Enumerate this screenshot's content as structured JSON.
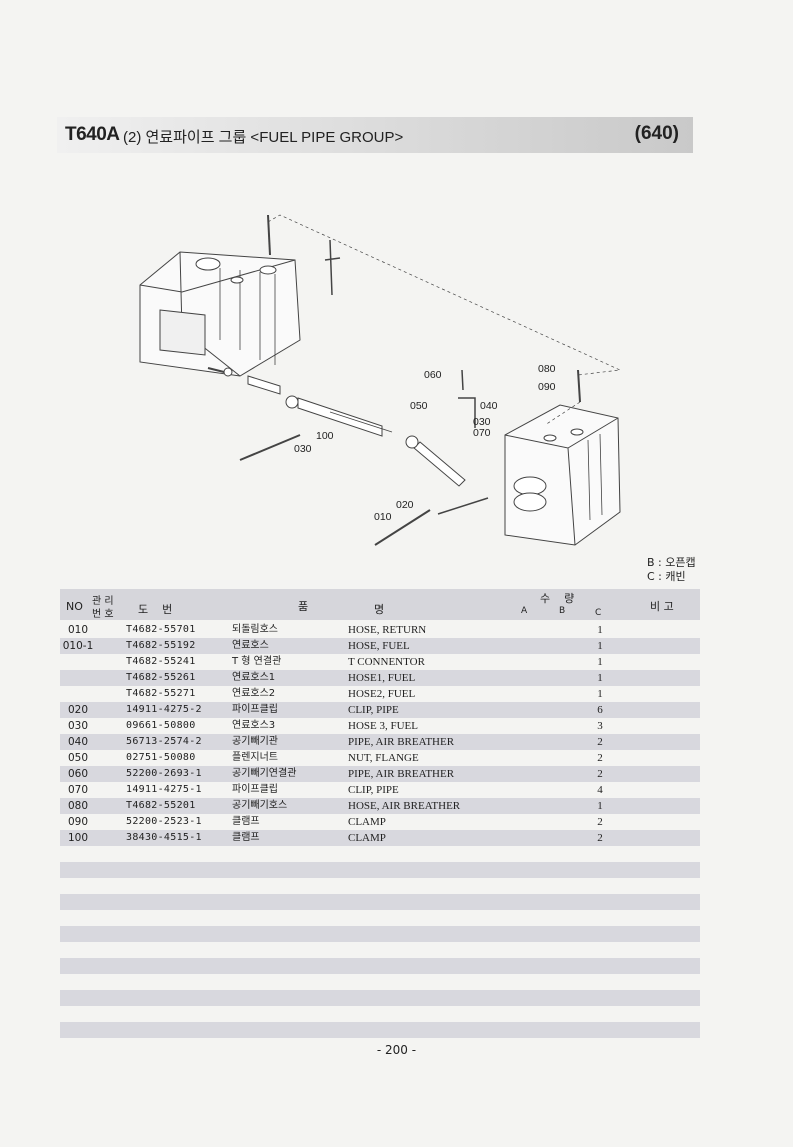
{
  "header": {
    "model": "T640A",
    "title": "(2) 연료파이프 그룹 <FUEL PIPE GROUP>",
    "code": "(640)"
  },
  "legend": [
    "B : 오픈캡",
    "C : 캐빈"
  ],
  "table_header": {
    "no": "NO",
    "mgmt_top": "관 리",
    "mgmt_bottom": "번 호",
    "part_no": "도    번",
    "name_left": "품",
    "name_right": "명",
    "qty": "수    량",
    "qty_a": "A",
    "qty_b": "B",
    "qty_c": "C",
    "remarks": "비 고"
  },
  "callouts": [
    "080",
    "090",
    "060",
    "050",
    "040",
    "030",
    "070",
    "100",
    "030",
    "020",
    "010"
  ],
  "rows": [
    {
      "no": "010",
      "part": "T4682-55701",
      "kor": "되돌림호스",
      "eng": "HOSE, RETURN",
      "qty": "1"
    },
    {
      "no": "010-1",
      "part": "T4682-55192",
      "kor": "연료호스",
      "eng": "HOSE, FUEL",
      "qty": "1"
    },
    {
      "no": "",
      "part": "T4682-55241",
      "kor": "T 형 연결관",
      "eng": "T CONNENTOR",
      "qty": "1"
    },
    {
      "no": "",
      "part": "T4682-55261",
      "kor": "연료호스1",
      "eng": "HOSE1, FUEL",
      "qty": "1"
    },
    {
      "no": "",
      "part": "T4682-55271",
      "kor": "연료호스2",
      "eng": "HOSE2, FUEL",
      "qty": "1"
    },
    {
      "no": "020",
      "part": "14911-4275-2",
      "kor": "파이프클립",
      "eng": "CLIP, PIPE",
      "qty": "6"
    },
    {
      "no": "030",
      "part": "09661-50800",
      "kor": "연료호스3",
      "eng": "HOSE 3, FUEL",
      "qty": "3"
    },
    {
      "no": "040",
      "part": "56713-2574-2",
      "kor": "공기빼기관",
      "eng": "PIPE, AIR BREATHER",
      "qty": "2"
    },
    {
      "no": "050",
      "part": "02751-50080",
      "kor": "플렌지너트",
      "eng": "NUT, FLANGE",
      "qty": "2"
    },
    {
      "no": "060",
      "part": "52200-2693-1",
      "kor": "공기빼기연결관",
      "eng": "PIPE, AIR BREATHER",
      "qty": "2"
    },
    {
      "no": "070",
      "part": "14911-4275-1",
      "kor": "파이프클립",
      "eng": "CLIP, PIPE",
      "qty": "4"
    },
    {
      "no": "080",
      "part": "T4682-55201",
      "kor": "공기빼기호스",
      "eng": "HOSE, AIR BREATHER",
      "qty": "1"
    },
    {
      "no": "090",
      "part": "52200-2523-1",
      "kor": "클램프",
      "eng": "CLAMP",
      "qty": "2"
    },
    {
      "no": "100",
      "part": "38430-4515-1",
      "kor": "클램프",
      "eng": "CLAMP",
      "qty": "2"
    }
  ],
  "page_number": "- 200 -"
}
